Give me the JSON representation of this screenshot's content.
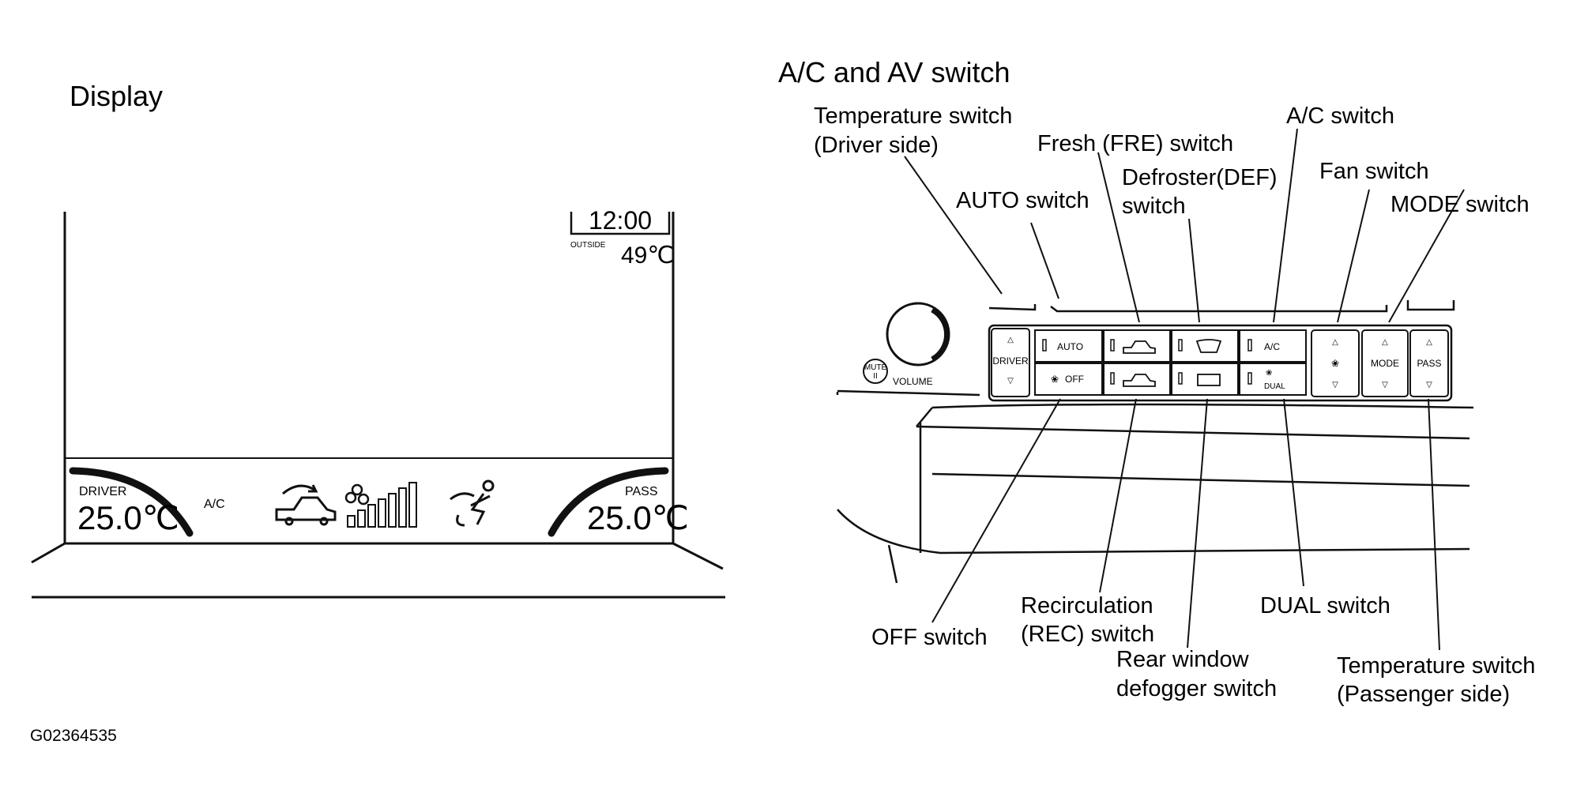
{
  "figure_id": "G02364535",
  "display": {
    "heading": "Display",
    "clock": "12:00",
    "outside_label": "OUTSIDE",
    "outside_temp": "49℃",
    "driver_label": "DRIVER",
    "driver_temp": "25.0℃",
    "ac_label": "A/C",
    "pass_label": "PASS",
    "pass_temp": "25.0℃",
    "fan_level_bars_lit": 7,
    "fan_level_bars_total": 7
  },
  "panel": {
    "heading": "A/C and AV switch",
    "buttons": {
      "driver": "DRIVER",
      "auto": "AUTO",
      "off": "OFF",
      "ac": "A/C",
      "dual": "DUAL",
      "mode": "MODE",
      "pass": "PASS",
      "mute_top": "MUTE",
      "mute_bottom": "II",
      "volume": "VOLUME"
    },
    "callouts": {
      "temp_driver_1": "Temperature switch",
      "temp_driver_2": "(Driver side)",
      "auto": "AUTO switch",
      "fresh": "Fresh (FRE) switch",
      "defroster_1": "Defroster(DEF)",
      "defroster_2": "switch",
      "ac": "A/C switch",
      "fan": "Fan switch",
      "mode": "MODE switch",
      "off": "OFF switch",
      "recirc_1": "Recirculation",
      "recirc_2": "(REC) switch",
      "rear_1": "Rear window",
      "rear_2": "defogger switch",
      "dual": "DUAL switch",
      "temp_pass_1": "Temperature switch",
      "temp_pass_2": "(Passenger side)"
    }
  }
}
